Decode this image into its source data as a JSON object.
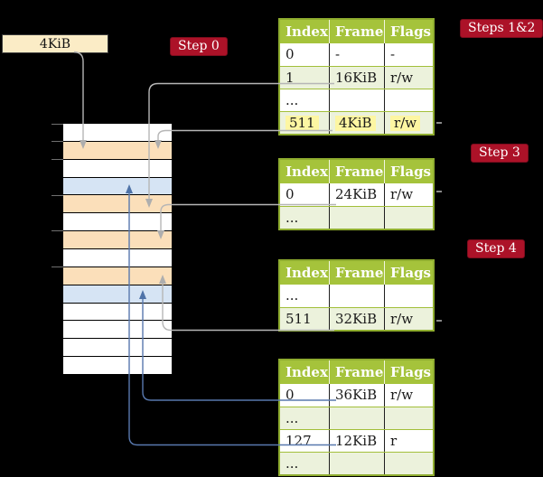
{
  "diagram": {
    "frame_size_label": "4KiB",
    "step_labels": {
      "step0": "Step 0",
      "steps_1_2": "Steps 1&2",
      "step3": "Step 3",
      "step4": "Step 4"
    }
  },
  "page_tables": [
    {
      "name": "table-steps-1-2",
      "header": [
        "Index",
        "Frame",
        "Flags"
      ],
      "rows": [
        [
          "0",
          "-",
          "-"
        ],
        [
          "1",
          "16KiB",
          "r/w"
        ],
        [
          "...",
          "",
          ""
        ],
        [
          "511",
          "4KiB",
          "r/w"
        ]
      ],
      "highlighted_row_index": "511"
    },
    {
      "name": "table-step-3",
      "header": [
        "Index",
        "Frame",
        "Flags"
      ],
      "rows": [
        [
          "0",
          "24KiB",
          "r/w"
        ],
        [
          "...",
          "",
          ""
        ]
      ]
    },
    {
      "name": "table-step-4",
      "header": [
        "Index",
        "Frame",
        "Flags"
      ],
      "rows": [
        [
          "...",
          "",
          ""
        ],
        [
          "511",
          "32KiB",
          "r/w"
        ]
      ]
    },
    {
      "name": "table-final",
      "header": [
        "Index",
        "Frame",
        "Flags"
      ],
      "rows": [
        [
          "0",
          "36KiB",
          "r/w"
        ],
        [
          "...",
          "",
          ""
        ],
        [
          "127",
          "12KiB",
          "r"
        ],
        [
          "...",
          "",
          ""
        ]
      ]
    }
  ],
  "memory_stack": {
    "rows": [
      "white",
      "peach",
      "white",
      "blue",
      "peach",
      "white",
      "peach",
      "white",
      "peach",
      "blue",
      "white",
      "white",
      "white",
      "white"
    ]
  },
  "connections": [
    {
      "from": "4KiB-label",
      "to": "memory-row-2",
      "color": "gray"
    },
    {
      "from": "table-steps-1-2 row 1 (16KiB)",
      "to": "memory-row-5",
      "color": "gray"
    },
    {
      "from": "table-steps-1-2 row 511 (4KiB)",
      "to": "memory-row-2",
      "color": "gray"
    },
    {
      "from": "table-step-3 row 0 (24KiB)",
      "to": "memory-row-7",
      "color": "gray"
    },
    {
      "from": "table-step-4 row 511 (32KiB)",
      "to": "memory-row-9",
      "color": "gray"
    },
    {
      "from": "table-final row 0 (36KiB)",
      "to": "memory-row-10",
      "color": "blue"
    },
    {
      "from": "table-final row 127 (12KiB)",
      "to": "memory-row-4",
      "color": "blue"
    }
  ],
  "colors": {
    "background": "#000000",
    "accent_red": "#ac1228",
    "table_header_green": "#a5c33b",
    "table_row_green": "#ecf2dc",
    "table_border_olive": "#8fad2f",
    "highlight_yellow": "#fdf6a2",
    "frame_box_cream": "#fbecc6",
    "stack_peach": "#fbdfba",
    "stack_blue": "#d6e4f4",
    "arrow_gray": "#b6b6b6",
    "arrow_blue": "#5878ae"
  }
}
